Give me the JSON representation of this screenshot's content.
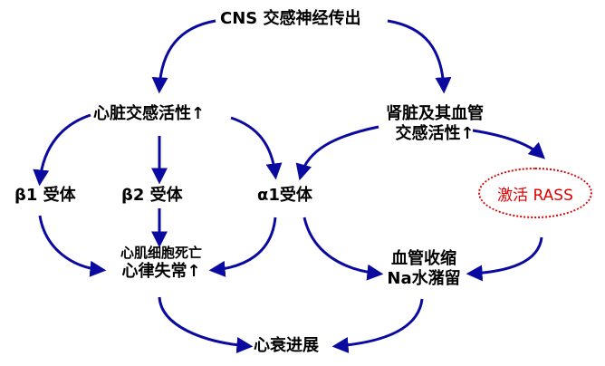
{
  "colors": {
    "arrow": "#0a0aa0",
    "text": "#000000",
    "rass": "#e00000"
  },
  "nodes": {
    "cns": "CNS 交感神经传出",
    "heart_sym": "心脏交感活性↑",
    "kidney_line1": "肾脏及其血管",
    "kidney_line2": "交感活性↑",
    "beta1": "β1 受体",
    "beta2": "β2 受体",
    "alpha1": "α1受体",
    "rass": "激活 RASS",
    "myocyte_death": "心肌细胞死亡",
    "arrhythmia": "心律失常↑",
    "vaso_line1": "血管收缩",
    "vaso_line2": "Na水潴留",
    "heart_failure": "心衰进展"
  }
}
